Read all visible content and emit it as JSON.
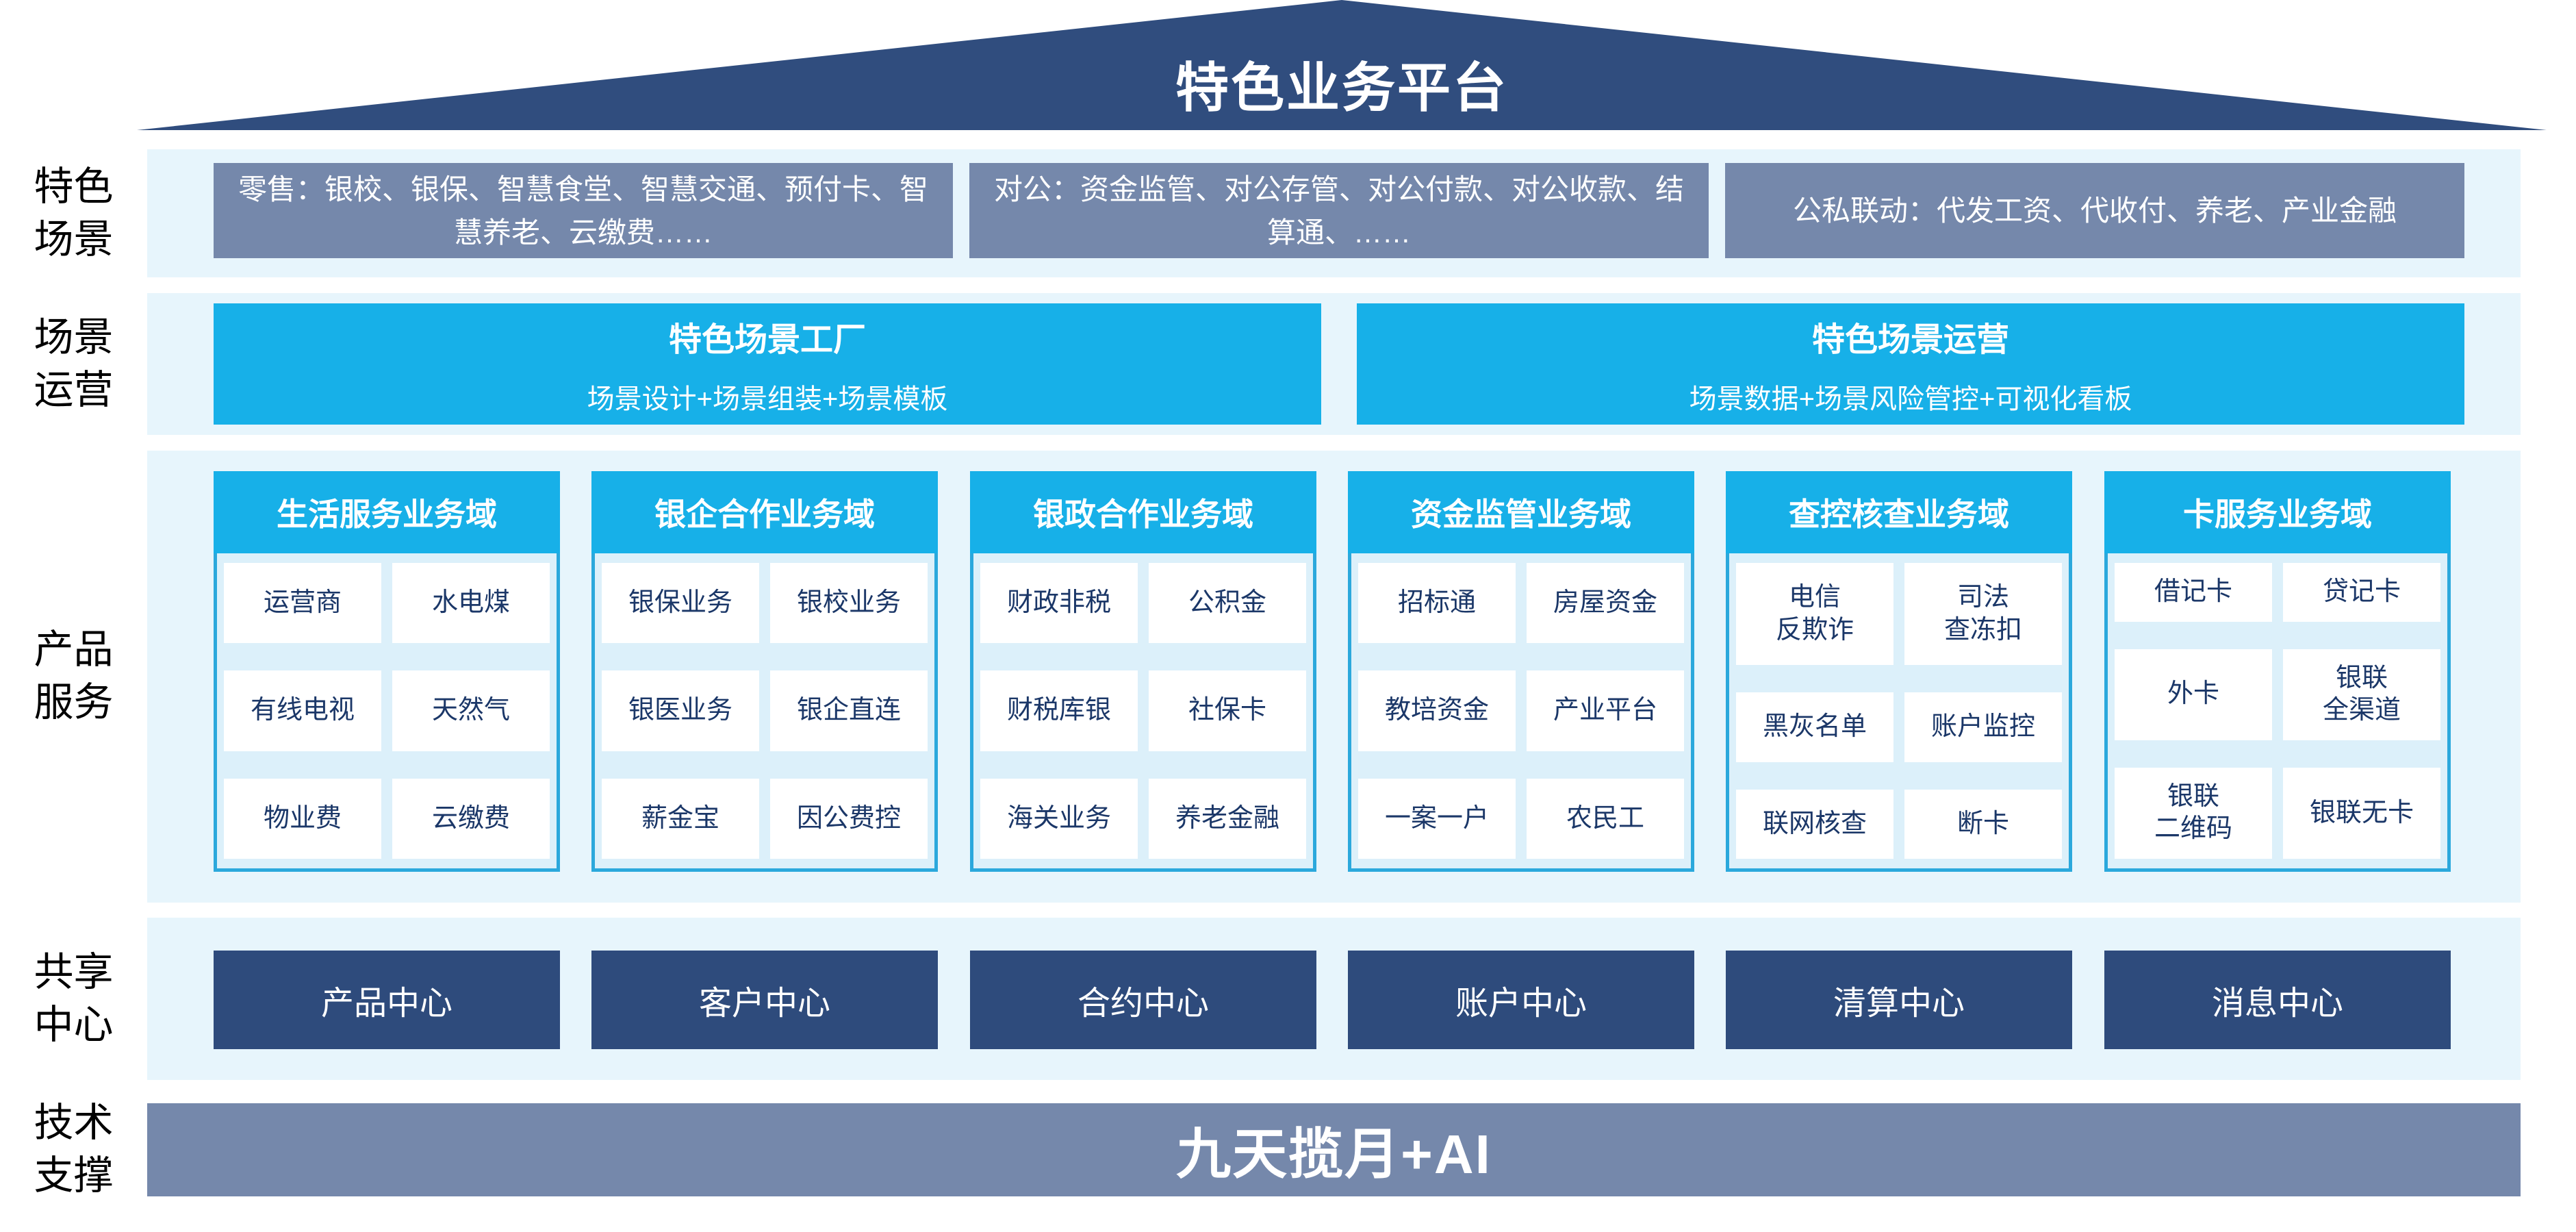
{
  "colors": {
    "roof_navy": "#304D7E",
    "slate": "#7588AB",
    "cyan": "#17B0E8",
    "light_band": "#E7F5FC",
    "panel_bg": "#DCF0FA",
    "panel_border": "#2BA8DC",
    "item_text_navy": "#1B3768",
    "center_navy": "#2E4B7C",
    "white": "#FFFFFF"
  },
  "roof": {
    "title": "特色业务平台"
  },
  "sections": {
    "scenes": {
      "side_label": "特色\n场景",
      "boxes": [
        "零售：银校、银保、智慧食堂、智慧交通、预付卡、智慧养老、云缴费……",
        "对公：资金监管、对公存管、对公付款、对公收款、结算通、……",
        "公私联动：代发工资、代收付、养老、产业金融"
      ]
    },
    "operations": {
      "side_label": "场景\n运营",
      "boxes": [
        {
          "title": "特色场景工厂",
          "subtitle": "场景设计+场景组装+场景模板"
        },
        {
          "title": "特色场景运营",
          "subtitle": "场景数据+场景风险管控+可视化看板"
        }
      ]
    },
    "products": {
      "side_label": "产品\n服务",
      "columns": [
        {
          "header": "生活服务业务域",
          "items": [
            "运营商",
            "水电煤",
            "有线电视",
            "天然气",
            "物业费",
            "云缴费"
          ]
        },
        {
          "header": "银企合作业务域",
          "items": [
            "银保业务",
            "银校业务",
            "银医业务",
            "银企直连",
            "薪金宝",
            "因公费控"
          ]
        },
        {
          "header": "银政合作业务域",
          "items": [
            "财政非税",
            "公积金",
            "财税库银",
            "社保卡",
            "海关业务",
            "养老金融"
          ]
        },
        {
          "header": "资金监管业务域",
          "items": [
            "招标通",
            "房屋资金",
            "教培资金",
            "产业平台",
            "一案一户",
            "农民工"
          ]
        },
        {
          "header": "查控核查业务域",
          "items": [
            "电信\n反欺诈",
            "司法\n查冻扣",
            "黑灰名单",
            "账户监控",
            "联网核查",
            "断卡"
          ]
        },
        {
          "header": "卡服务业务域",
          "items": [
            "借记卡",
            "贷记卡",
            "外卡",
            "银联\n全渠道",
            "银联\n二维码",
            "银联无卡"
          ]
        }
      ]
    },
    "shared": {
      "side_label": "共享\n中心",
      "centers": [
        "产品中心",
        "客户中心",
        "合约中心",
        "账户中心",
        "清算中心",
        "消息中心"
      ]
    },
    "tech": {
      "side_label": "技术\n支撑",
      "bar_label": "九天揽月+AI"
    }
  }
}
